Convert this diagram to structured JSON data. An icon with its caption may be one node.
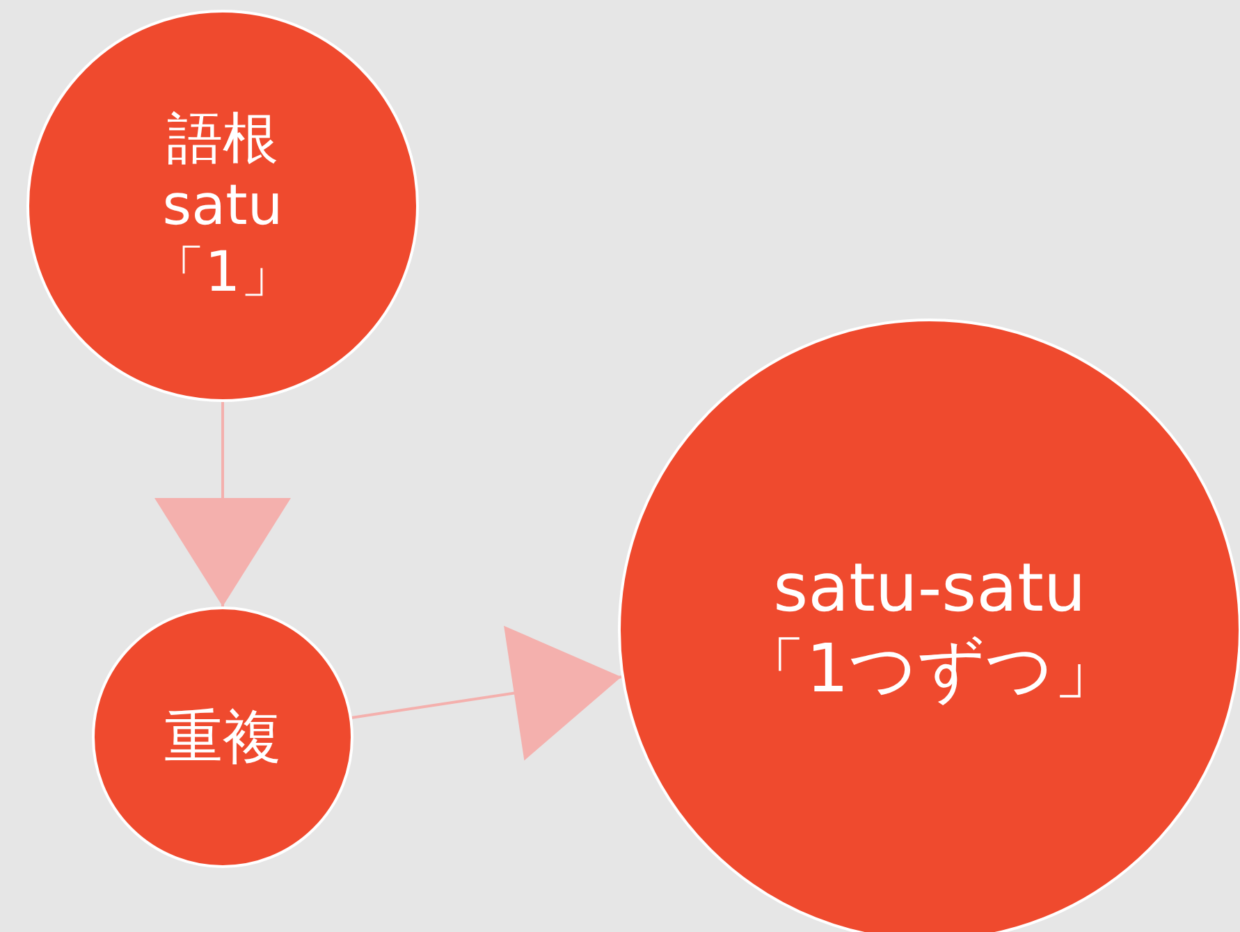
{
  "diagram": {
    "nodes": [
      {
        "text": [
          "語根",
          "satu",
          "「1」"
        ]
      },
      {
        "text": [
          "重複"
        ]
      },
      {
        "text": [
          "satu-satu",
          "「1つずつ」"
        ]
      }
    ],
    "edges": [
      {
        "from": 0,
        "to": 1,
        "arrow": "to"
      },
      {
        "from": 1,
        "to": 2,
        "arrow": "to"
      }
    ]
  }
}
